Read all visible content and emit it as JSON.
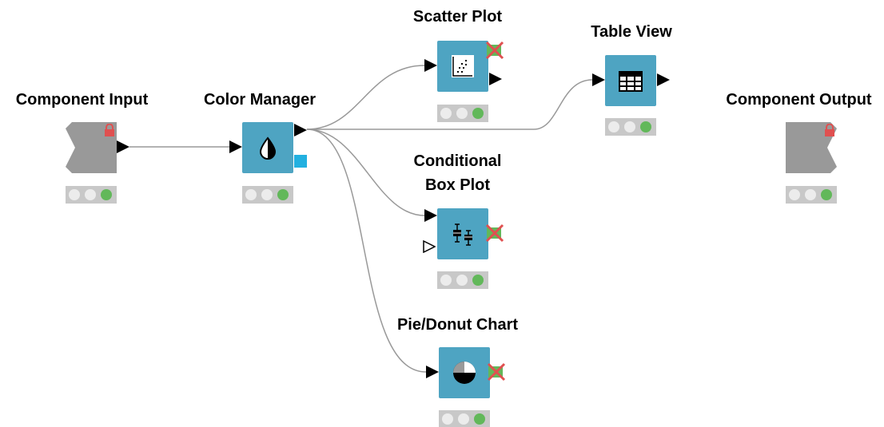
{
  "nodes": {
    "component_input": {
      "label": "Component Input"
    },
    "color_manager": {
      "label": "Color Manager"
    },
    "scatter_plot": {
      "label": "Scatter Plot"
    },
    "table_view": {
      "label": "Table View"
    },
    "conditional_box_plot": {
      "label_line1": "Conditional",
      "label_line2": "Box Plot"
    },
    "pie_donut_chart": {
      "label": "Pie/Donut Chart"
    },
    "component_output": {
      "label": "Component Output"
    }
  },
  "colors": {
    "node_fill": "#4ea4c2",
    "component_fill": "#999999",
    "edge": "#999999",
    "status_green": "#62b85a",
    "status_grey": "#ececec",
    "error_red": "#e05050",
    "flow_variable_port": "#22b0e0"
  },
  "icons": {
    "color_manager": "droplet-icon",
    "scatter_plot": "scatter-plot-icon",
    "table_view": "table-icon",
    "conditional_box_plot": "box-plot-icon",
    "pie_donut_chart": "pie-chart-icon",
    "lock": "lock-icon",
    "error": "red-x-icon"
  }
}
